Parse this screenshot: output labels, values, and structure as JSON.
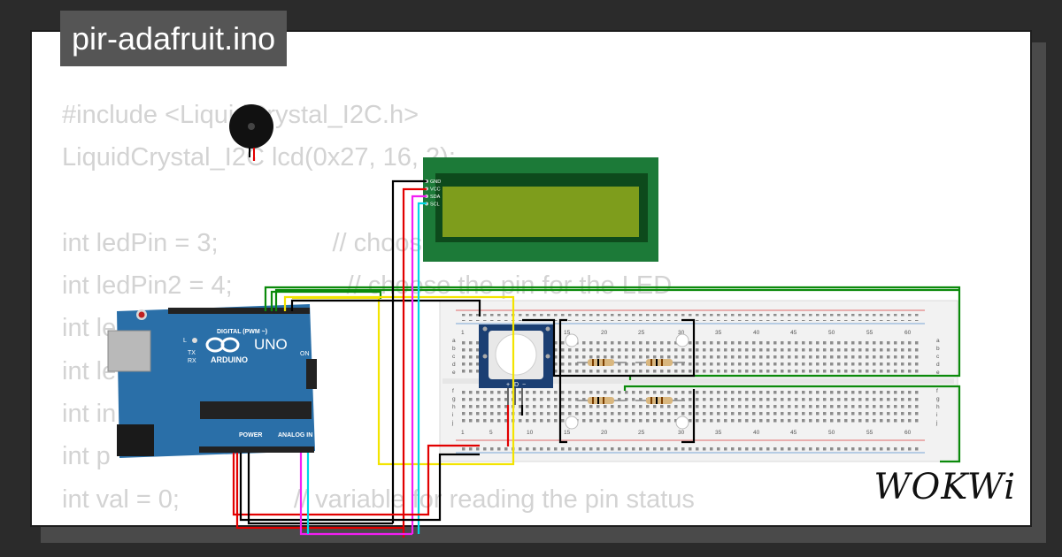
{
  "filename": "pir-adafruit.ino",
  "code_lines": [
    "#include <LiquidCrystal_I2C.h>",
    "LiquidCrystal_I2C lcd(0x27, 16, 2);",
    "",
    "int ledPin = 3;                // choose the pin for the LED",
    "int ledPin2 = 4;                // choose the pin for the LED",
    "int le",
    "int le",
    "int in",
    "int p",
    "int val = 0;                // variable for reading the pin status"
  ],
  "arduino": {
    "brand": "ARDUINO",
    "model": "UNO",
    "header_digital": "DIGITAL (PWM ~)",
    "header_power": "POWER",
    "header_analog": "ANALOG IN",
    "led_labels": [
      "L",
      "TX",
      "RX",
      "ON"
    ]
  },
  "lcd": {
    "pins": [
      "GND",
      "VCC",
      "SDA",
      "SCL"
    ]
  },
  "breadboard": {
    "column_numbers": [
      "1",
      "5",
      "10",
      "15",
      "20",
      "25",
      "30",
      "35",
      "40",
      "45",
      "50",
      "55",
      "60"
    ],
    "row_labels_top": [
      "a",
      "b",
      "c",
      "d",
      "e"
    ],
    "row_labels_bottom": [
      "f",
      "g",
      "h",
      "i",
      "j"
    ]
  },
  "pir": {
    "pins": [
      "+",
      "D",
      "−"
    ]
  },
  "logo_text": "WOKWi",
  "colors": {
    "background": "#2b2b2b",
    "card": "#ffffff",
    "code_text": "#d3d3d3",
    "arduino_board": "#2a6fa8",
    "lcd_board": "#1c7a38",
    "lcd_screen": "#7e9d1c",
    "breadboard": "#f2f2f2",
    "wire_black": "#000000",
    "wire_red": "#e20000",
    "wire_green": "#0b8a0b",
    "wire_yellow": "#f3e400",
    "wire_cyan": "#00d6e6",
    "wire_magenta": "#f31ef3"
  }
}
